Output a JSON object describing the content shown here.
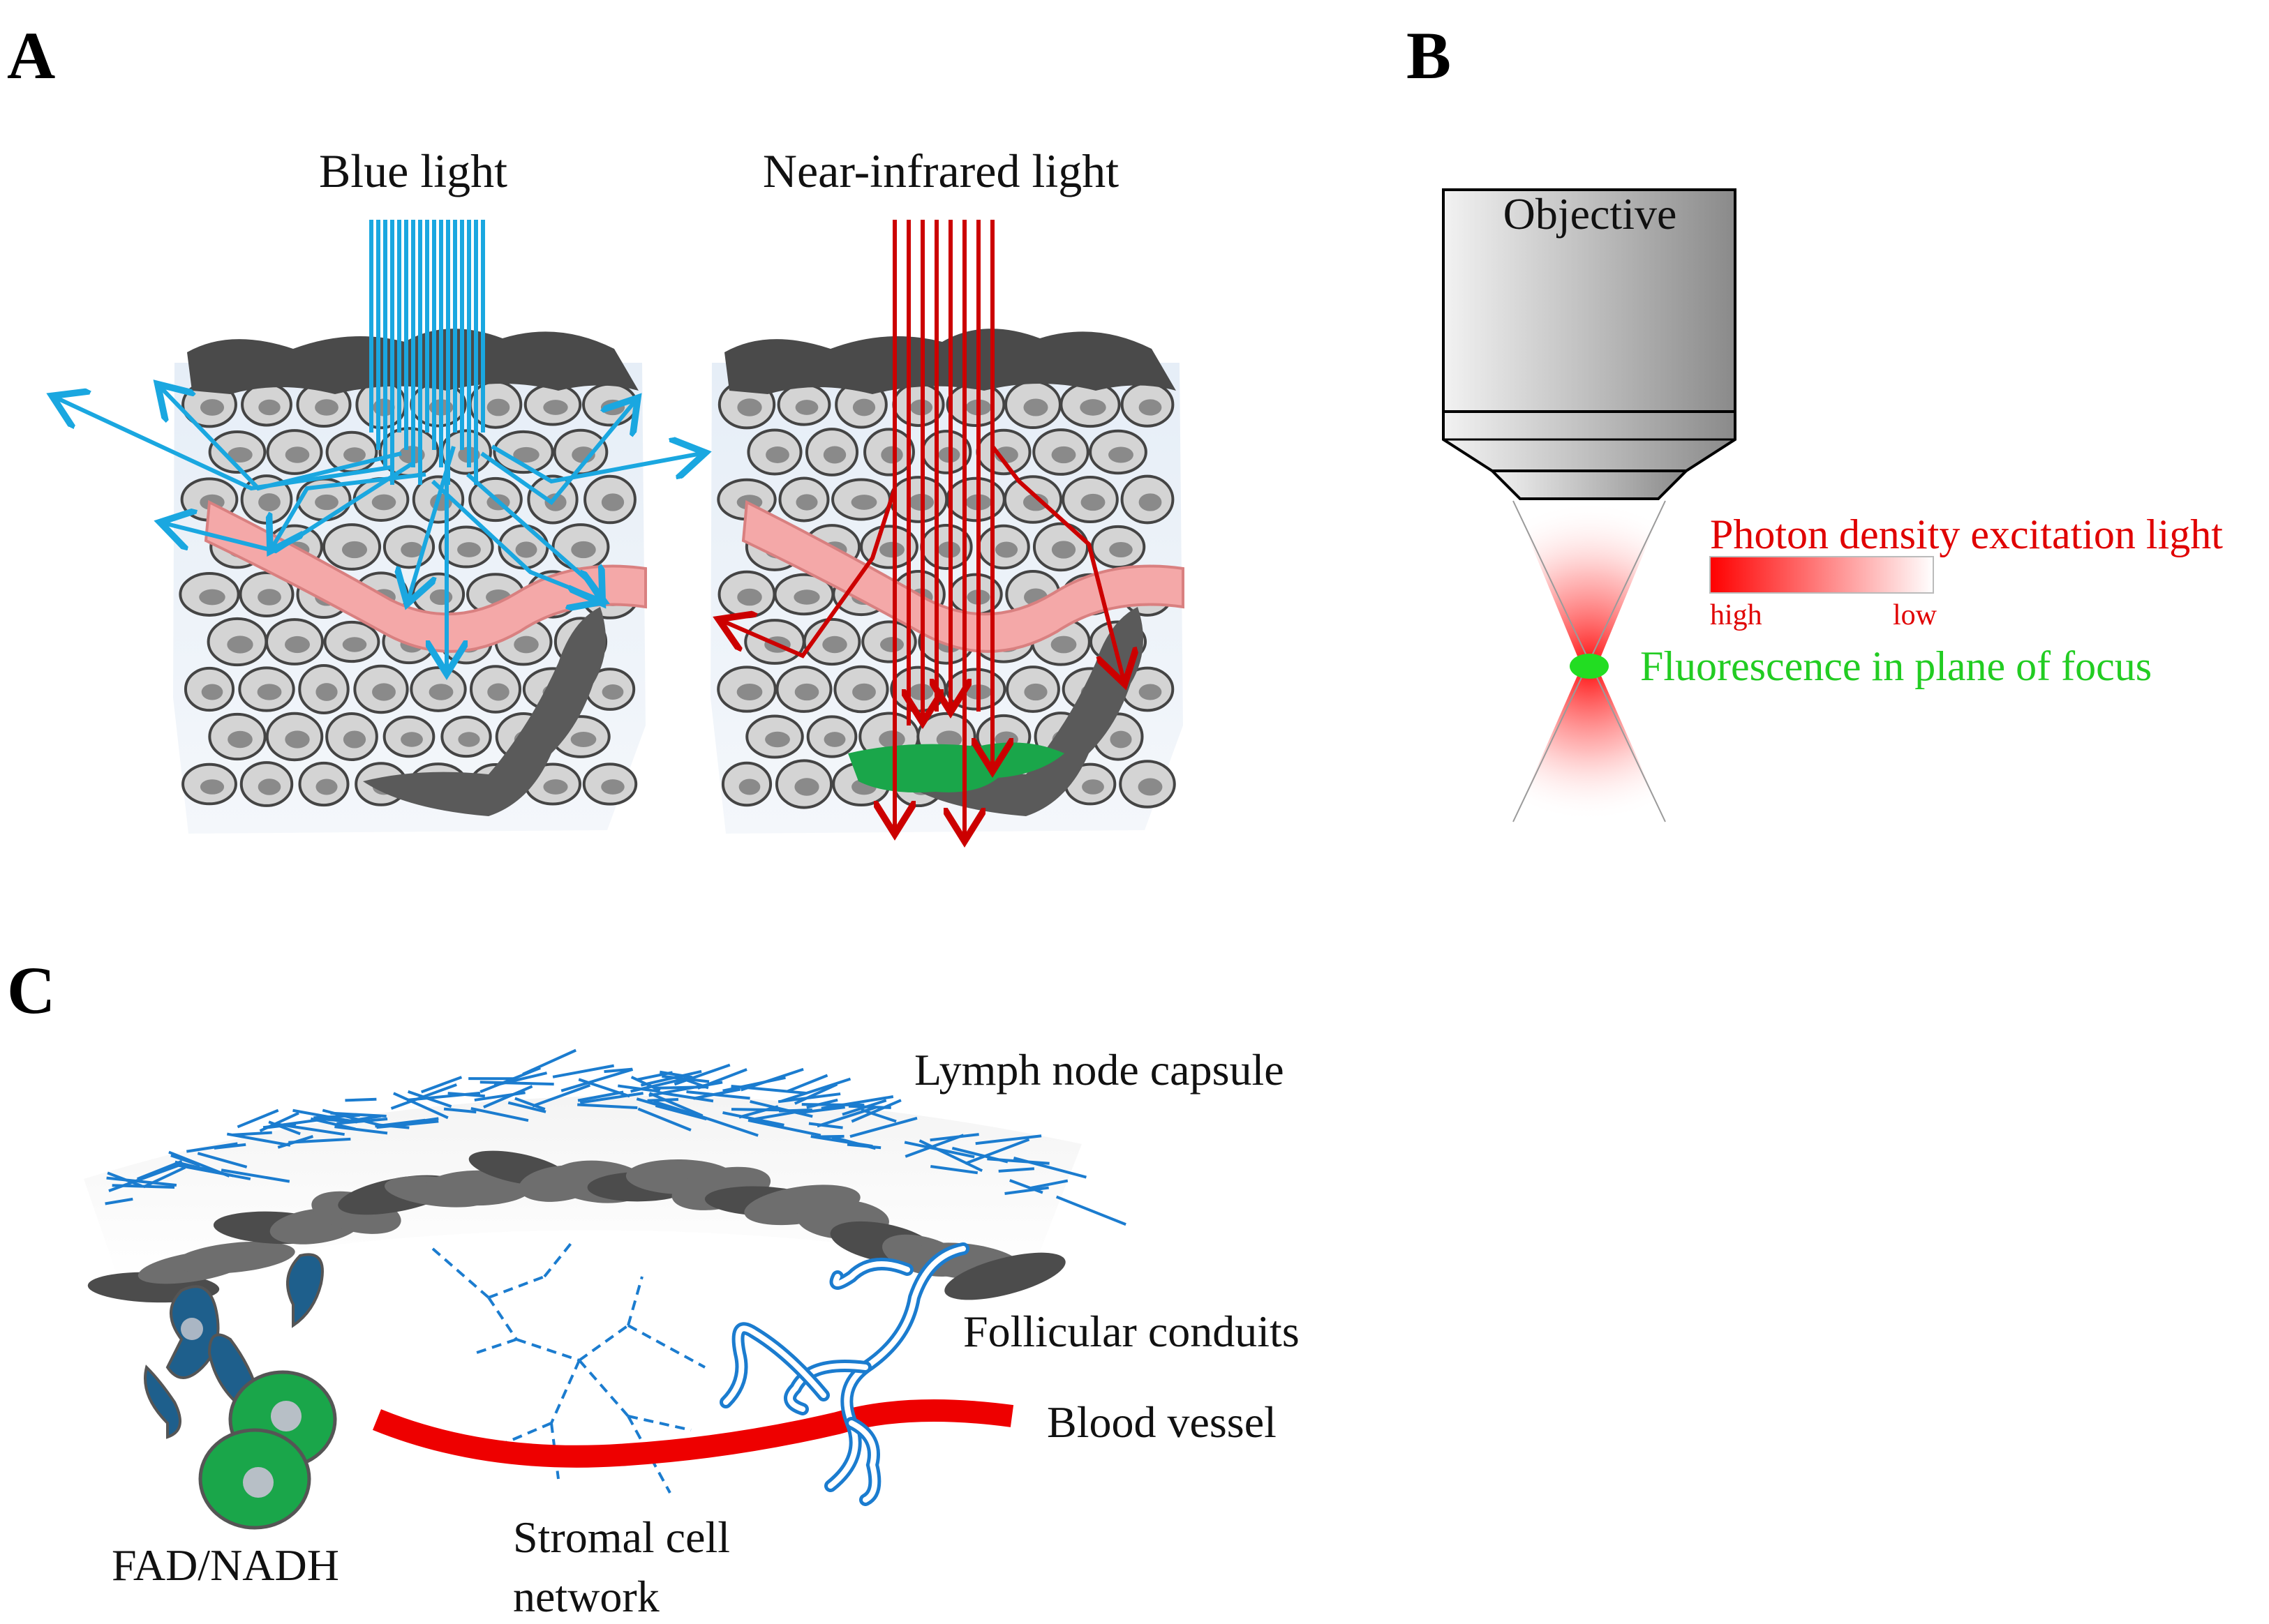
{
  "panels": {
    "a": {
      "letter": "A",
      "blue_title": "Blue light",
      "nir_title": "Near-infrared light"
    },
    "b": {
      "letter": "B",
      "objective": "Objective",
      "photon_density": "Photon density excitation light",
      "high": "high",
      "low": "low",
      "fluorescence": "Fluorescence in plane of focus"
    },
    "c": {
      "letter": "C",
      "capsule": "Lymph node capsule",
      "conduits": "Follicular conduits",
      "vessel": "Blood vessel",
      "fad": "FAD/NADH",
      "stromal_line1": "Stromal cell",
      "stromal_line2": "network"
    }
  },
  "colors": {
    "blue_light": "#1aa7e0",
    "nir_light": "#cc0000",
    "vessel_pink": "#f4a8a8",
    "focus_green": "#22dd22",
    "label_red": "#e00000",
    "label_green": "#22cc22",
    "fad_green": "#1aa64a",
    "fad_blue": "#1e5f8c",
    "conduit_blue": "#1b7ccf",
    "blood_red": "#ee0000"
  }
}
